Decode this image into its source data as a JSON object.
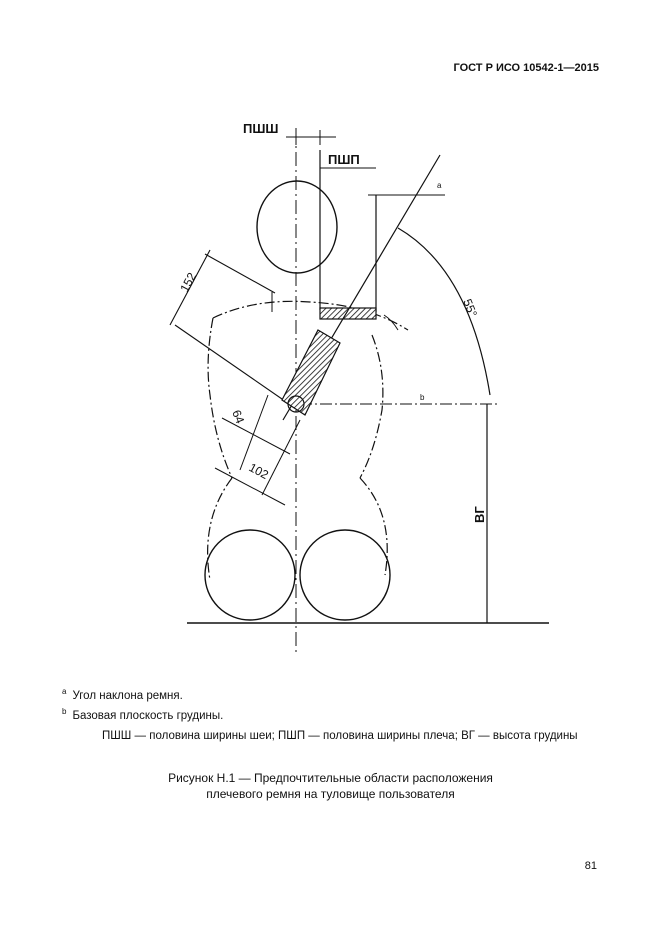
{
  "header": {
    "standard": "ГОСТ Р ИСО 10542-1—2015"
  },
  "figure": {
    "labels": {
      "neck_half_width": "ПШШ",
      "shoulder_half_width": "ПШП",
      "chest_height": "ВГ",
      "angle": "55°",
      "dim_152": "152",
      "dim_64": "64",
      "dim_102": "102",
      "ref_a": "a",
      "ref_b": "b"
    }
  },
  "notes": [
    {
      "marker": "a",
      "text": "Угол наклона ремня."
    },
    {
      "marker": "b",
      "text": "Базовая плоскость грудины."
    }
  ],
  "legend": "ПШШ — половина ширины шеи; ПШП — половина ширины плеча; ВГ — высота грудины",
  "caption": {
    "line1": "Рисунок Н.1 — Предпочтительные области расположения",
    "line2": "плечевого ремня на туловище пользователя"
  },
  "page_number": "81"
}
